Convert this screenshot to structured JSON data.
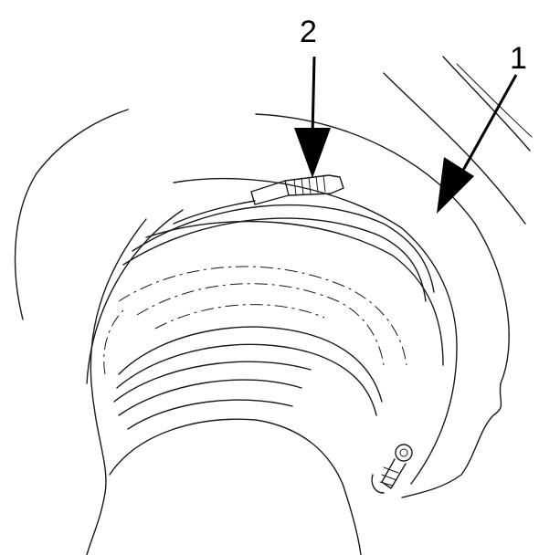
{
  "callouts": [
    {
      "id": "1",
      "label": "1"
    },
    {
      "id": "2",
      "label": "2"
    }
  ],
  "colors": {
    "ink": "#1a1a1a",
    "background": "#ffffff"
  }
}
